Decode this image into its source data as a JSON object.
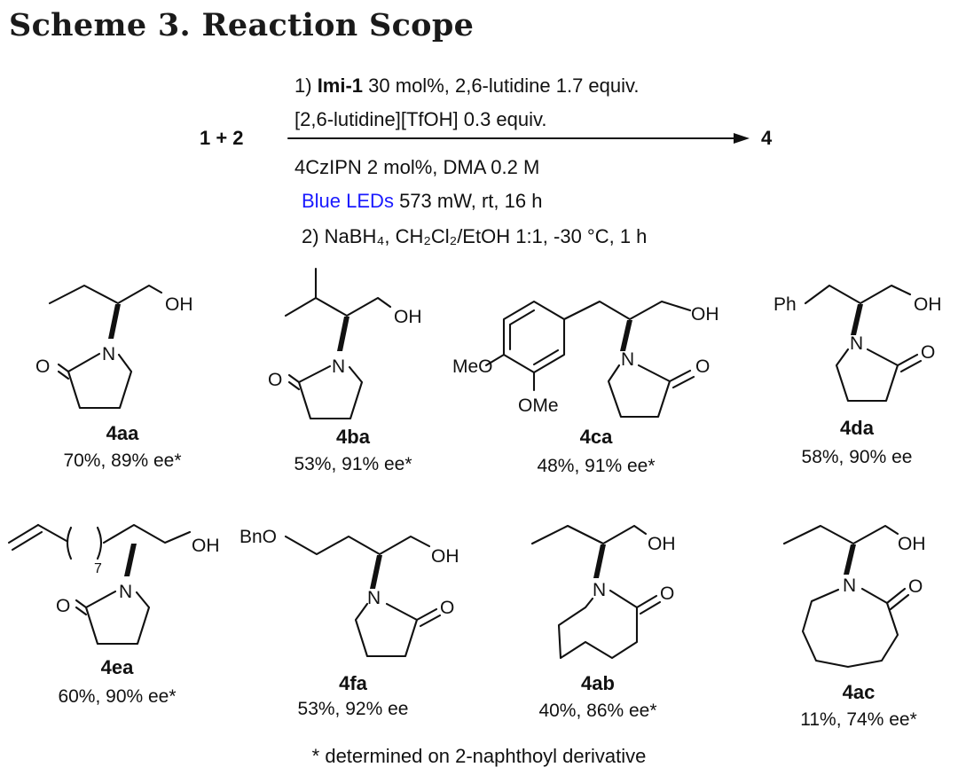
{
  "title": "Scheme 3. Reaction Scope",
  "reaction": {
    "reactants": "1 + 2",
    "product": "4",
    "cond1_num": "1)",
    "cond1_catalyst": "Imi-1",
    "cond1_rest": " 30 mol%, 2,6-lutidine 1.7 equiv.",
    "cond2": "[2,6-lutidine][TfOH] 0.3 equiv.",
    "cond3": "4CzIPN 2 mol%, DMA 0.2 M",
    "cond4_light": "Blue LEDs",
    "cond4_rest": " 573 mW, rt, 16 h",
    "cond5": "2) NaBH₄, CH₂Cl₂/EtOH 1:1, -30 °C, 1 h",
    "light_color": "#1a1aff"
  },
  "compounds": [
    {
      "label": "4aa",
      "yield": "70%, 89% ee*"
    },
    {
      "label": "4ba",
      "yield": "53%, 91% ee*"
    },
    {
      "label": "4ca",
      "yield": "48%, 91% ee*"
    },
    {
      "label": "4da",
      "yield": "58%, 90% ee"
    },
    {
      "label": "4ea",
      "yield": "60%, 90% ee*"
    },
    {
      "label": "4fa",
      "yield": "53%, 92% ee"
    },
    {
      "label": "4ab",
      "yield": "40%, 86% ee*"
    },
    {
      "label": "4ac",
      "yield": "11%, 74% ee*"
    }
  ],
  "atoms": {
    "oh": "OH",
    "n": "N",
    "o": "O",
    "ph": "Ph",
    "meo": "MeO",
    "ome": "OMe",
    "bno": "BnO",
    "sub7": "7"
  },
  "footnote": "* determined on 2-naphthoyl derivative"
}
